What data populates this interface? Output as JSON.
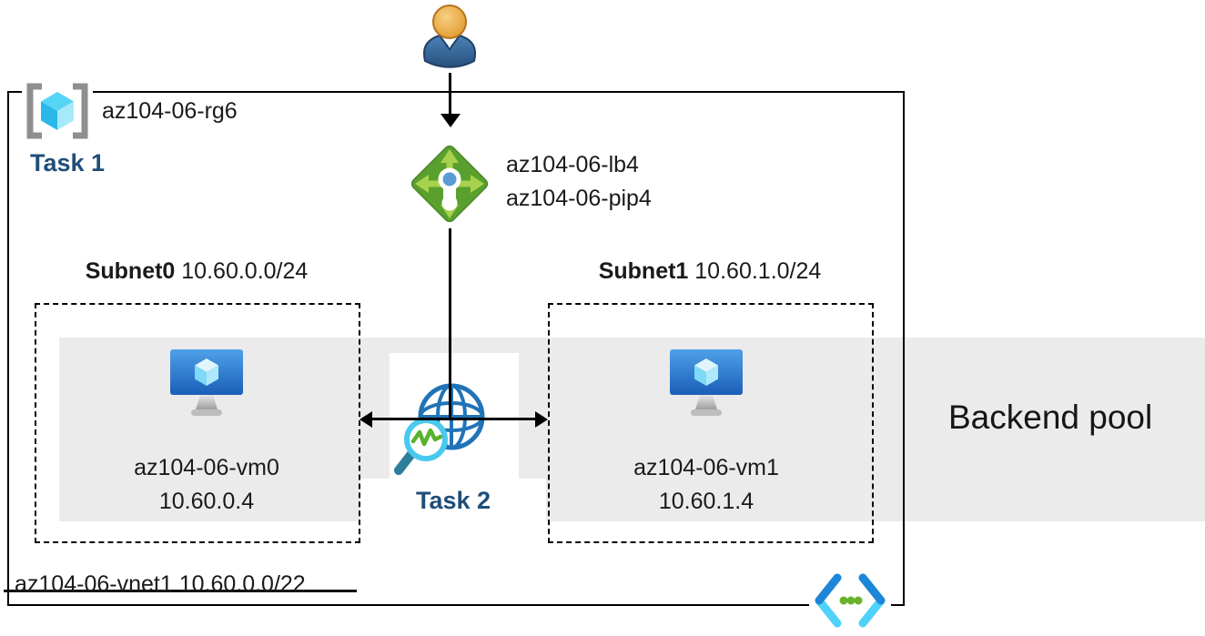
{
  "user": {
    "icon": "user-person-icon"
  },
  "resource_group": {
    "icon": "resource-group-icon",
    "name": "az104-06-rg6",
    "task_label": "Task 1"
  },
  "load_balancer": {
    "icon": "load-balancer-icon",
    "name": "az104-06-lb4",
    "public_ip_name": "az104-06-pip4"
  },
  "subnets": [
    {
      "name": "Subnet0",
      "cidr": "10.60.0.0/24",
      "vm": {
        "icon": "virtual-machine-icon",
        "name": "az104-06-vm0",
        "ip": "10.60.0.4"
      }
    },
    {
      "name": "Subnet1",
      "cidr": "10.60.1.0/24",
      "vm": {
        "icon": "virtual-machine-icon",
        "name": "az104-06-vm1",
        "ip": "10.60.1.4"
      }
    }
  ],
  "health_probe": {
    "icon": "globe-health-probe-icon",
    "task_label": "Task 2"
  },
  "backend_pool": {
    "label": "Backend pool"
  },
  "vnet": {
    "icon": "virtual-network-icon",
    "name": "az104-06-vnet1",
    "cidr": "10.60.0.0/22"
  },
  "colors": {
    "task_label_navy": "#1f4e79",
    "backend_pool_band": "#ebebeb",
    "text": "#1a1a1a",
    "load_balancer_green": "#59a02e",
    "load_balancer_arrow_green": "#a8d24d",
    "globe_blue": "#2173b8",
    "magnifier_cyan": "#4ac9ee",
    "probe_zigzag_green": "#57b32d",
    "vm_monitor_blue": "#2f7fd3",
    "cube_cyan": "#45c8ee",
    "vnet_chevron_blue": "#1d86d8",
    "vnet_chevron_cyan": "#4fd2f9",
    "vnet_dot_green": "#68b32b",
    "user_head_orange": "#e9a33c",
    "user_body_blue": "#34629c",
    "bracket_gray": "#8f8f8f"
  }
}
